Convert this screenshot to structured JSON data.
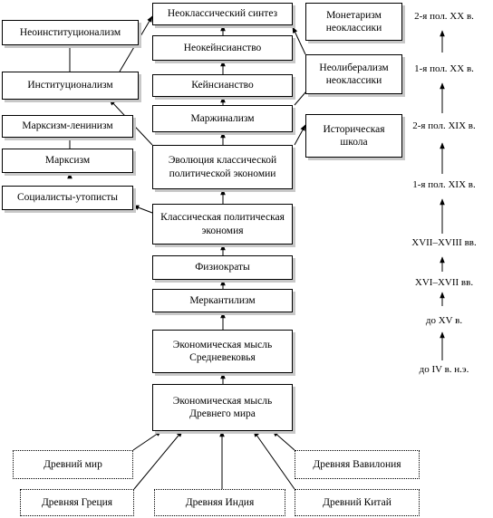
{
  "center": {
    "neoclassic_synthesis": "Неоклассический синтез",
    "neokeynesianism": "Неокейнсианство",
    "keynesianism": "Кейнсианство",
    "marginalism": "Маржинализм",
    "evolution_classical": "Эволюция классической политической экономии",
    "classical_pol_econ": "Классическая политическая экономия",
    "physiocrats": "Физиократы",
    "mercantilism": "Меркантилизм",
    "medieval_thought": "Экономическая мысль Средневековья",
    "ancient_thought": "Экономическая мысль Древнего мира"
  },
  "left": {
    "neoinstitutionalism": "Неоинституционализм",
    "institutionalism": "Институционализм",
    "marxism_leninism": "Марксизм-ленинизм",
    "marxism": "Марксизм",
    "utopian_socialists": "Социалисты-утописты"
  },
  "right": {
    "monetarism": "Монетаризм неоклассики",
    "neoliberalism": "Неолиберализм неоклассики",
    "historical_school": "Историческая школа"
  },
  "sources": {
    "ancient_world": "Древний мир",
    "ancient_babylon": "Древняя Вавилония",
    "ancient_greece": "Древняя Греция",
    "ancient_india": "Древняя Индия",
    "ancient_china": "Древний Китай"
  },
  "timeline": [
    "2-я пол. XX в.",
    "1-я пол. XX в.",
    "2-я пол. XIX в.",
    "1-я пол. XIX в.",
    "XVII–XVIII вв.",
    "XVI–XVII вв.",
    "до XV в.",
    "до IV в. н.э."
  ]
}
